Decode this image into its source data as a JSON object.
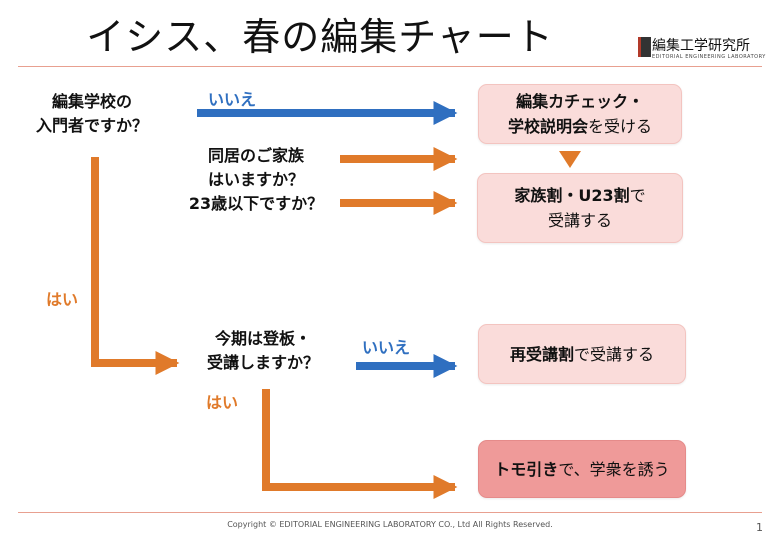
{
  "title": "イシス、春の編集チャート",
  "logo": {
    "name": "編集工学研究所",
    "subtitle": "EDITORIAL ENGINEERING LABORATORY"
  },
  "questions": {
    "q1": [
      "編集学校の",
      "入門者ですか？"
    ],
    "q2": [
      "同居のご家族",
      "はいますか？",
      "23歳以下ですか？"
    ],
    "q3": [
      "今期は登板・",
      "受講しますか？"
    ]
  },
  "labels": {
    "no1": "いいえ",
    "yes1": "はい",
    "no2": "いいえ",
    "yes2": "はい"
  },
  "results": {
    "r1": {
      "bold1": "編集カチェック・",
      "bold2": "学校説明会",
      "rest2": "を受ける"
    },
    "r2": {
      "bold1": "家族割・U23割",
      "rest1": "で",
      "line2": "受講する"
    },
    "r3": {
      "bold": "再受講割",
      "rest": "で受講する"
    },
    "r4": {
      "bold": "トモ引き",
      "rest": "で、学衆を誘う"
    }
  },
  "colors": {
    "blue": "#2f6fc0",
    "orange": "#e07a2a",
    "box": "#fadcda",
    "box_strong": "#ef9a99"
  },
  "footer": "Copyright © EDITORIAL ENGINEERING LABORATORY CO., Ltd All Rights Reserved.",
  "page_number": "1"
}
